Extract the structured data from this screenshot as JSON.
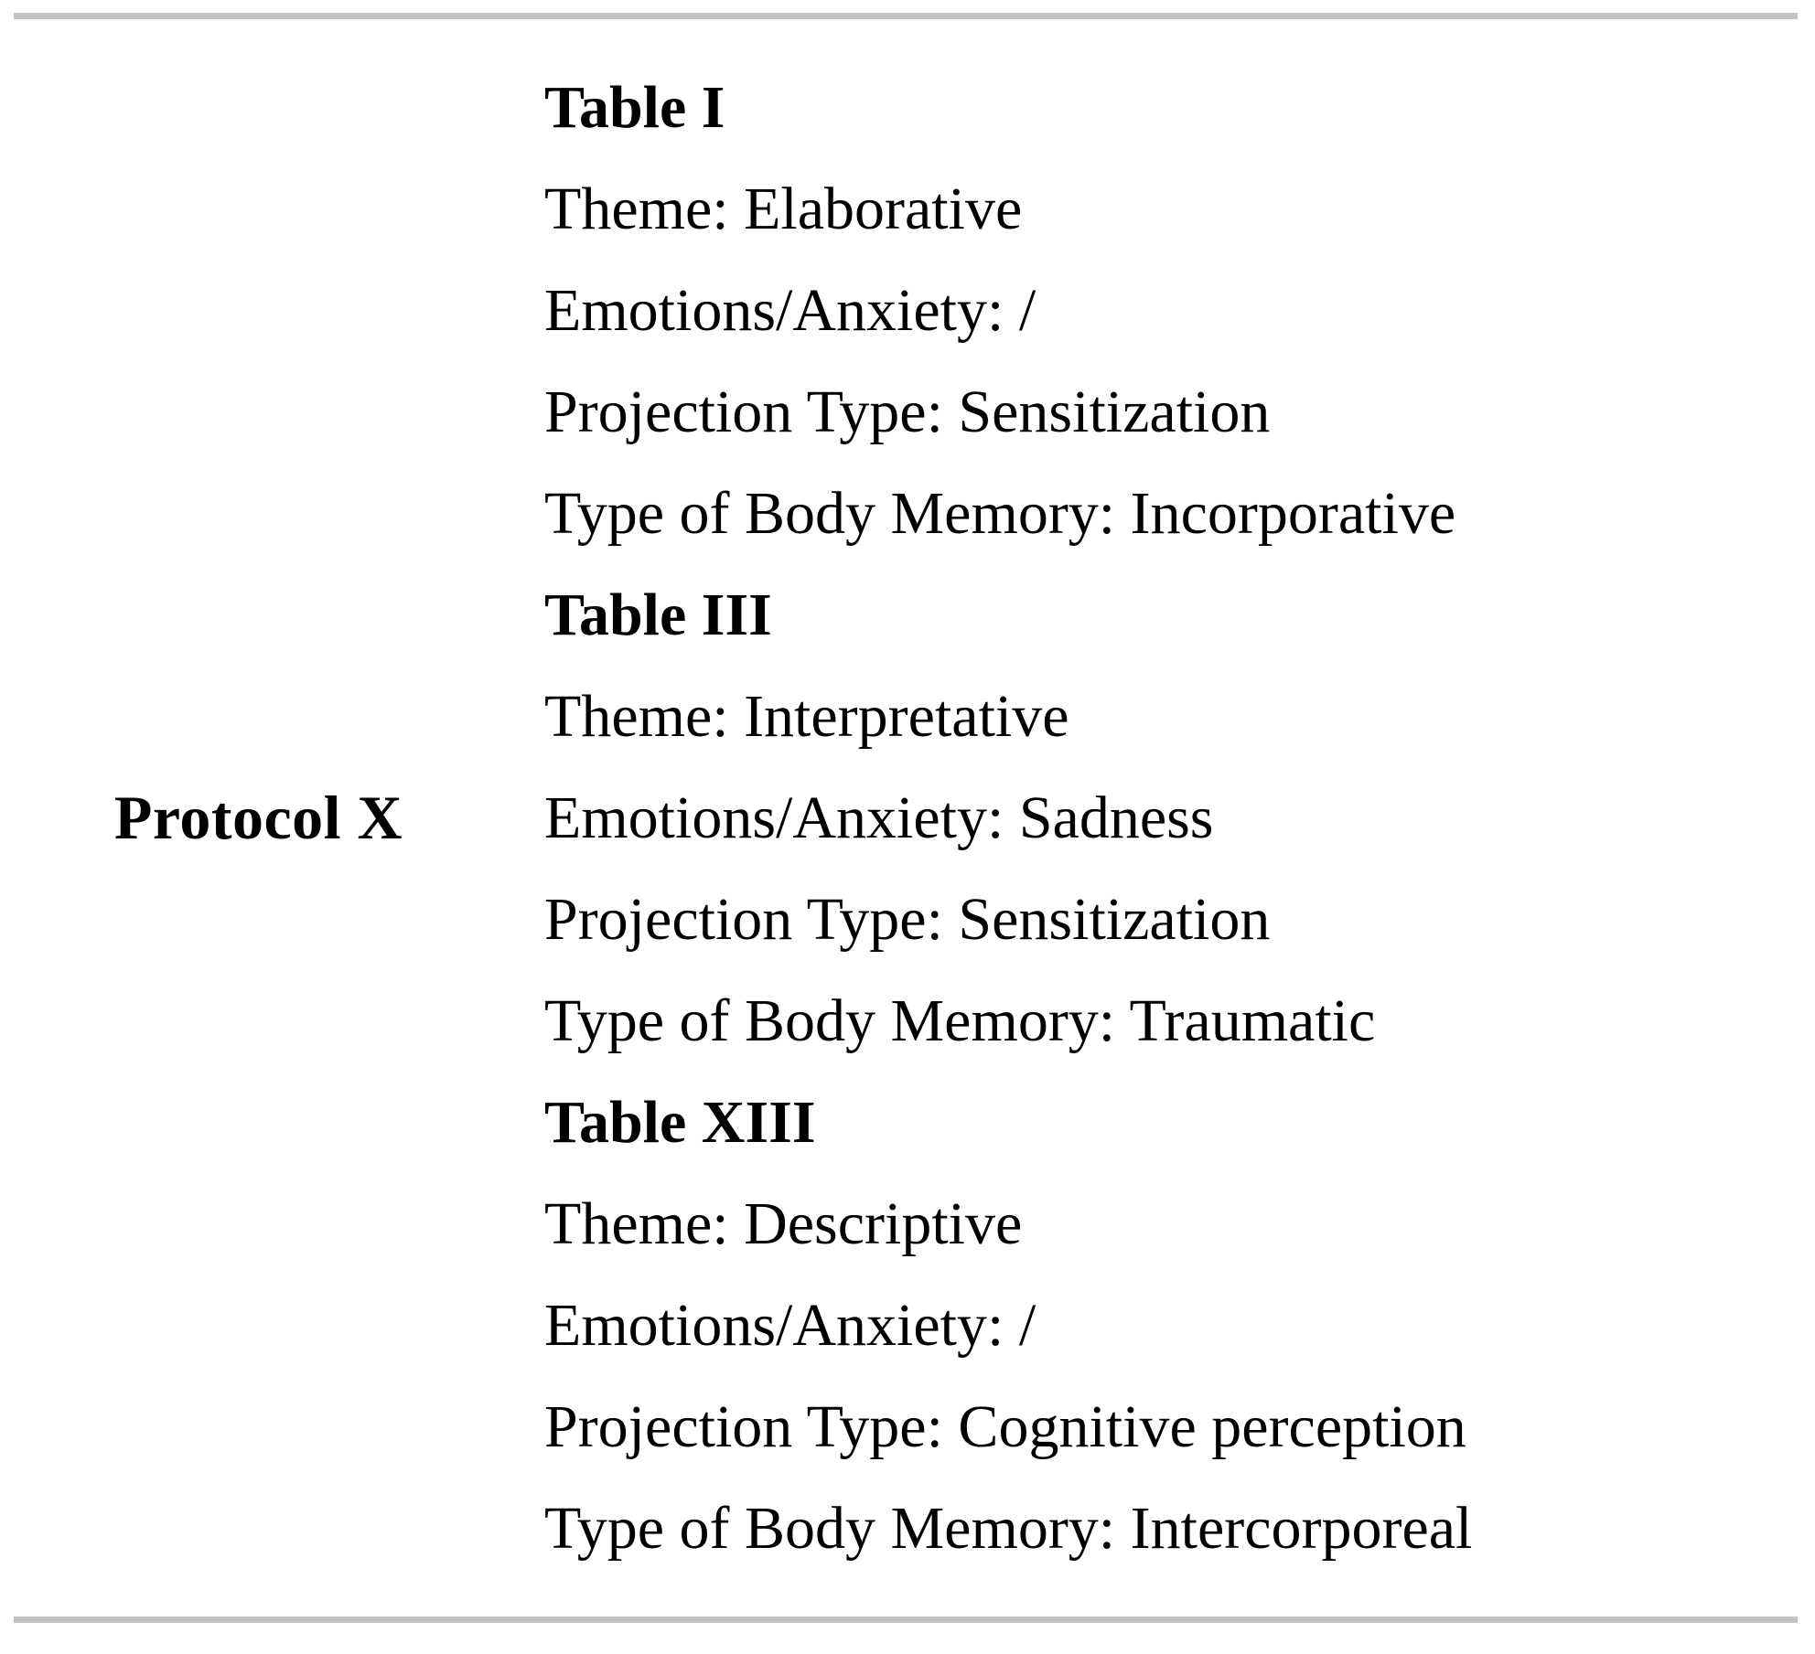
{
  "table": {
    "row_label": "Protocol X",
    "rule_color": "#c3c3c3",
    "entries": [
      {
        "heading": "Table I",
        "theme": "Theme: Elaborative",
        "emotions": "Emotions/Anxiety: /",
        "projection": "Projection Type: Sensitization",
        "body_memory": "Type of Body Memory: Incorporative"
      },
      {
        "heading": "Table III",
        "theme": "Theme: Interpretative",
        "emotions": "Emotions/Anxiety: Sadness",
        "projection": "Projection Type: Sensitization",
        "body_memory": "Type of Body Memory: Traumatic"
      },
      {
        "heading": "Table XIII",
        "theme": "Theme: Descriptive",
        "emotions": "Emotions/Anxiety: /",
        "projection": "Projection Type: Cognitive perception",
        "body_memory": "Type of Body Memory: Intercorporeal"
      }
    ]
  }
}
